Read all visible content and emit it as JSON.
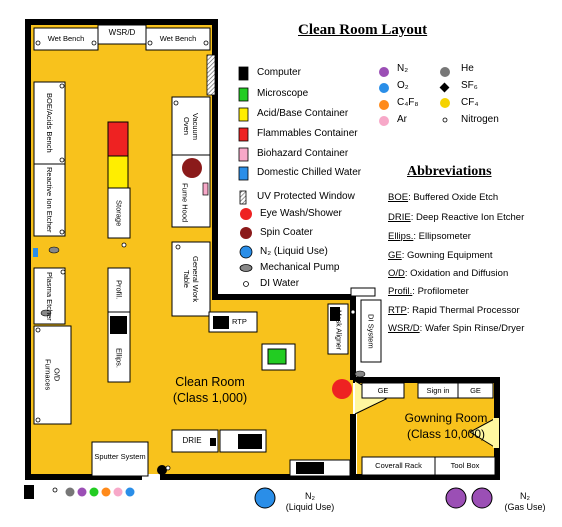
{
  "title": "Clean Room Layout",
  "legend": {
    "items": [
      {
        "label": "Computer",
        "color": "#000000",
        "shape": "rect"
      },
      {
        "label": "Microscope",
        "color": "#22cc22",
        "shape": "rect"
      },
      {
        "label": "Acid/Base Container",
        "color": "#ffee00",
        "shape": "rect"
      },
      {
        "label": "Flammables Container",
        "color": "#ee2222",
        "shape": "rect"
      },
      {
        "label": "Biohazard Container",
        "color": "#f7a8c8",
        "shape": "rect"
      },
      {
        "label": "Domestic Chilled Water",
        "color": "#2a8ee8",
        "shape": "rect"
      },
      {
        "label": "UV Protected Window",
        "color": "#888888",
        "shape": "hatch"
      },
      {
        "label": "Eye Wash/Shower",
        "color": "#ee2222",
        "shape": "circle"
      },
      {
        "label": "Spin Coater",
        "color": "#8b1a1a",
        "shape": "circle"
      },
      {
        "label": "N₂ (Liquid Use)",
        "color": "#2a8ee8",
        "shape": "circle"
      },
      {
        "label": "Mechanical Pump",
        "color": "#888888",
        "shape": "ellipse"
      },
      {
        "label": "DI Water",
        "color": "#ffffff",
        "shape": "small-circle"
      }
    ],
    "gases": [
      {
        "label": "N₂",
        "color": "#9b4fb5",
        "shape": "circle"
      },
      {
        "label": "He",
        "color": "#777777",
        "shape": "circle"
      },
      {
        "label": "O₂",
        "color": "#2a8ee8",
        "shape": "circle"
      },
      {
        "label": "SF₆",
        "color": "#000000",
        "shape": "diamond"
      },
      {
        "label": "C₄F₈",
        "color": "#ff8a1a",
        "shape": "circle"
      },
      {
        "label": "CF₄",
        "color": "#f5d300",
        "shape": "circle"
      },
      {
        "label": "Ar",
        "color": "#f7a8c8",
        "shape": "circle"
      },
      {
        "label": "Nitrogen",
        "color": "#ffffff",
        "shape": "small-circle"
      }
    ]
  },
  "abbreviations": {
    "title": "Abbreviations",
    "items": [
      {
        "key": "BOE",
        "text": ": Buffered Oxide Etch"
      },
      {
        "key": "DRIE",
        "text": ": Deep Reactive Ion Etcher"
      },
      {
        "key": "Ellips.",
        "text": ": Ellipsometer"
      },
      {
        "key": "GE",
        "text": ": Gowning Equipment"
      },
      {
        "key": "O/D",
        "text": ": Oxidation and Diffusion"
      },
      {
        "key": "Profil.",
        "text": ": Profilometer"
      },
      {
        "key": "RTP",
        "text": ": Rapid Thermal Processor"
      },
      {
        "key": "WSR/D",
        "text": ": Wafer Spin Rinse/Dryer"
      }
    ]
  },
  "rooms": {
    "clean_room_line1": "Clean Room",
    "clean_room_line2": "(Class 1,000)",
    "gowning_line1": "Gowning Room",
    "gowning_line2": "(Class 10,000)"
  },
  "equipment": {
    "wet_bench_left": "Wet Bench",
    "wsr_d": "WSR/D",
    "wet_bench_right": "Wet Bench",
    "boe_acids_bench": "BOE/Acids Bench",
    "reactive_ion_etcher": "Reactive Ion Etcher",
    "plasma_etcher": "Plasma Etcher",
    "od_furnaces": "O/D Furnaces",
    "storage": "Storage",
    "profil": "Profil.",
    "ellips": "Ellips.",
    "vacuum_oven": "Vacuum Oven",
    "fume_hood": "Fume Hood",
    "general_work_table": "General Work Table",
    "rtp": "RTP",
    "mask_aligner": "Mask Aligner",
    "di_system": "DI System",
    "drie": "DRIE",
    "sputter_system": "Sputter System",
    "ge_left": "GE",
    "sign_in": "Sign in",
    "ge_right": "GE",
    "coverall_rack": "Coverall Rack",
    "tool_box": "Tool Box"
  },
  "outside": {
    "n2_liquid_line1": "N₂",
    "n2_liquid_line2": "(Liquid Use)",
    "n2_gas_line1": "N₂",
    "n2_gas_line2": "(Gas Use)"
  }
}
